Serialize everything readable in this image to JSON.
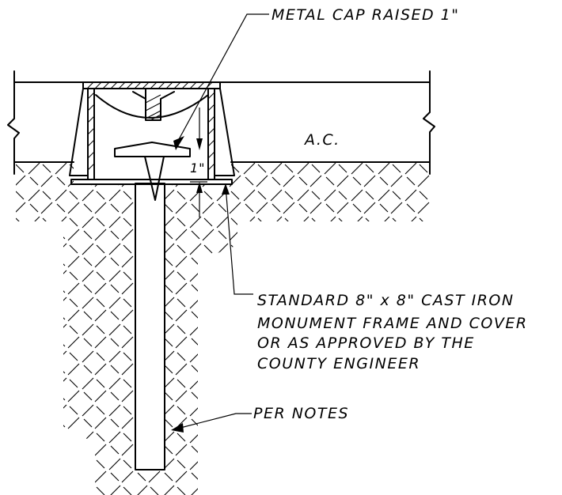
{
  "labels": {
    "metal_cap": "METAL CAP RAISED 1\"",
    "ac": "A.C.",
    "dimension": "1\"",
    "frame_line1": "STANDARD 8\" x 8\" CAST IRON",
    "frame_line2": "MONUMENT FRAME AND COVER",
    "frame_line3": "OR AS APPROVED BY THE",
    "frame_line4": "COUNTY ENGINEER",
    "per_notes": "PER NOTES"
  }
}
